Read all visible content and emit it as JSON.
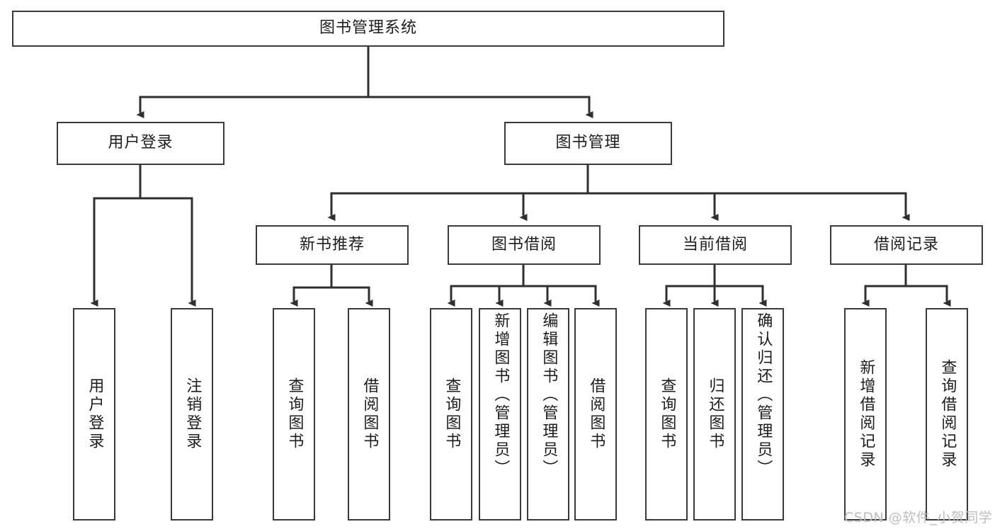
{
  "diagram": {
    "title": "图书管理系统",
    "type": "hierarchy-tree",
    "root": {
      "label": "图书管理系统"
    },
    "level2": [
      {
        "label": "用户登录"
      },
      {
        "label": "图书管理"
      }
    ],
    "level3": [
      {
        "label": "新书推荐"
      },
      {
        "label": "图书借阅"
      },
      {
        "label": "当前借阅"
      },
      {
        "label": "借阅记录"
      }
    ],
    "leaves": {
      "user_login": [
        {
          "label": "用户登录"
        },
        {
          "label": "注销登录"
        }
      ],
      "new_book_recommend": [
        {
          "label": "查询图书"
        },
        {
          "label": "借阅图书"
        }
      ],
      "book_borrow": [
        {
          "label": "查询图书"
        },
        {
          "label": "新增图书（管理员）"
        },
        {
          "label": "编辑图书（管理员）"
        },
        {
          "label": "借阅图书"
        }
      ],
      "current_borrow": [
        {
          "label": "查询图书"
        },
        {
          "label": "归还图书"
        },
        {
          "label": "确认归还（管理员）"
        }
      ],
      "borrow_record": [
        {
          "label": "新增借阅记录"
        },
        {
          "label": "查询借阅记录"
        }
      ]
    }
  },
  "watermark": {
    "text": "CSDN @软件_小贺同学"
  },
  "colors": {
    "stroke": "#3a3a3a",
    "background": "#ffffff",
    "text": "#1d1d1d",
    "watermark": "#bdbdbd"
  }
}
